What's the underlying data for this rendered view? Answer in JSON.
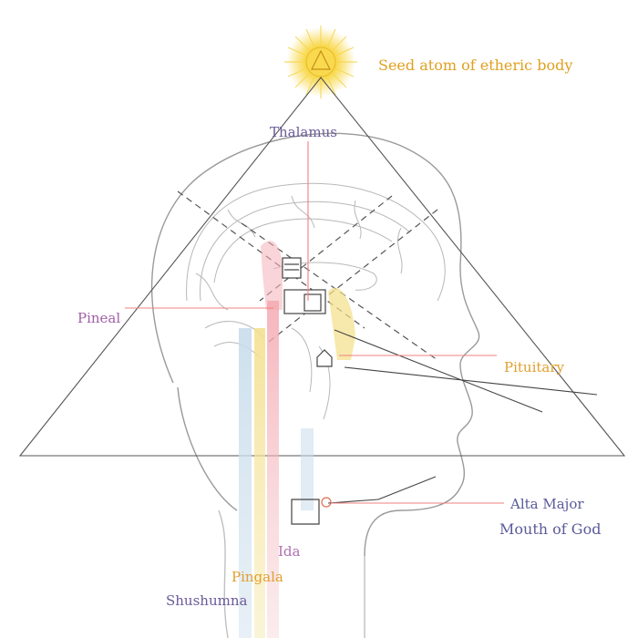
{
  "labels": {
    "seed_atom": "Seed atom of etheric body",
    "thalamus": "Thalamus",
    "pineal": "Pineal",
    "pituitary": "Pituitary",
    "alta_major": "Alta Major",
    "mouth_of_god": "Mouth of God",
    "ida": "Ida",
    "pingala": "Pingala",
    "shushumna": "Shushumna"
  },
  "colors": {
    "seed_atom": "#e0a020",
    "thalamus": "#6a5a9a",
    "pineal": "#a060a8",
    "pituitary": "#e0a030",
    "alta_major": "#5a5a9a",
    "mouth_of_god": "#5a5a9a",
    "ida": "#b070b0",
    "pingala": "#e0a030",
    "shushumna": "#6a5a9a",
    "pointer_line": "#f08080",
    "sun": "#f6d24a"
  }
}
